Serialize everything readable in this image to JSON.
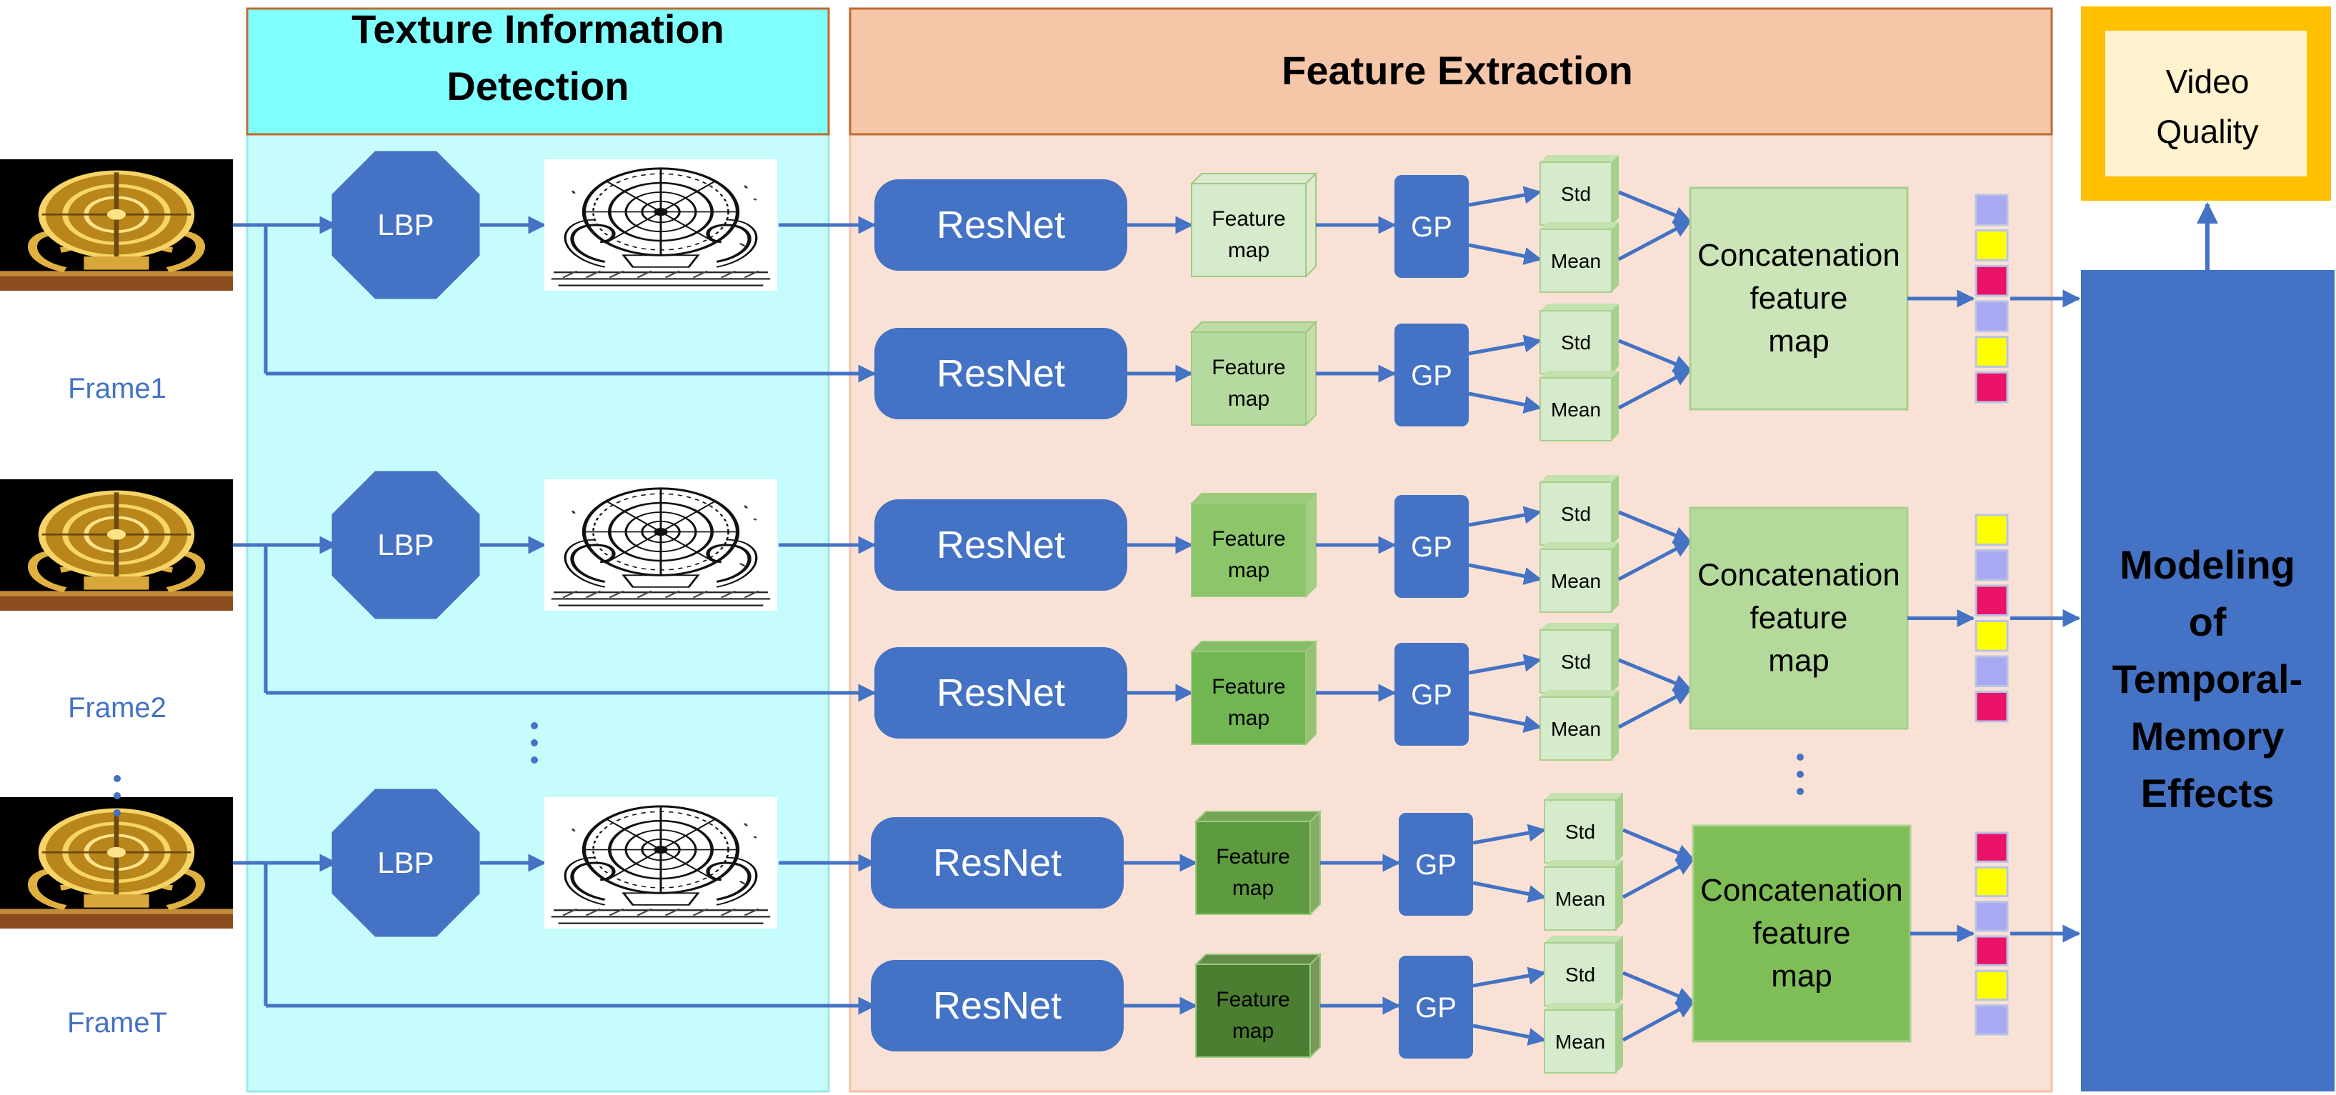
{
  "sections": {
    "texture": "Texture Information Detection",
    "feature": "Feature Extraction"
  },
  "frames": [
    "Frame1",
    "Frame2",
    "FrameT"
  ],
  "labels": {
    "lbp": "LBP",
    "resnet": "ResNet",
    "gp": "GP",
    "std": "Std",
    "mean": "Mean",
    "feature_map": "Feature map",
    "concat": "Concatenation feature map"
  },
  "modeling": "Modeling of Temporal-Memory Effects",
  "output": "Video Quality",
  "colors": {
    "blue": "#4472C4",
    "texture_bg": "#C6FCFC",
    "texture_header": "#80FFFF",
    "feature_bg": "#F9E2D5",
    "feature_header": "#F6C6A9",
    "output_border": "#FFC000",
    "output_fill": "#FFF3CF",
    "green_1": "#D6EBCB",
    "green_2": "#B5DA9F",
    "green_3": "#8CC56A",
    "green_4": "#72B553",
    "green_5": "#5E9A3F",
    "green_6": "#4B7E31",
    "concat_1": "#CBE5B8",
    "concat_2": "#B4DA9B",
    "concat_3": "#7FBD56",
    "lavender": "#A9A8F2",
    "yellow": "#FFFF00",
    "magenta": "#EA1368"
  }
}
